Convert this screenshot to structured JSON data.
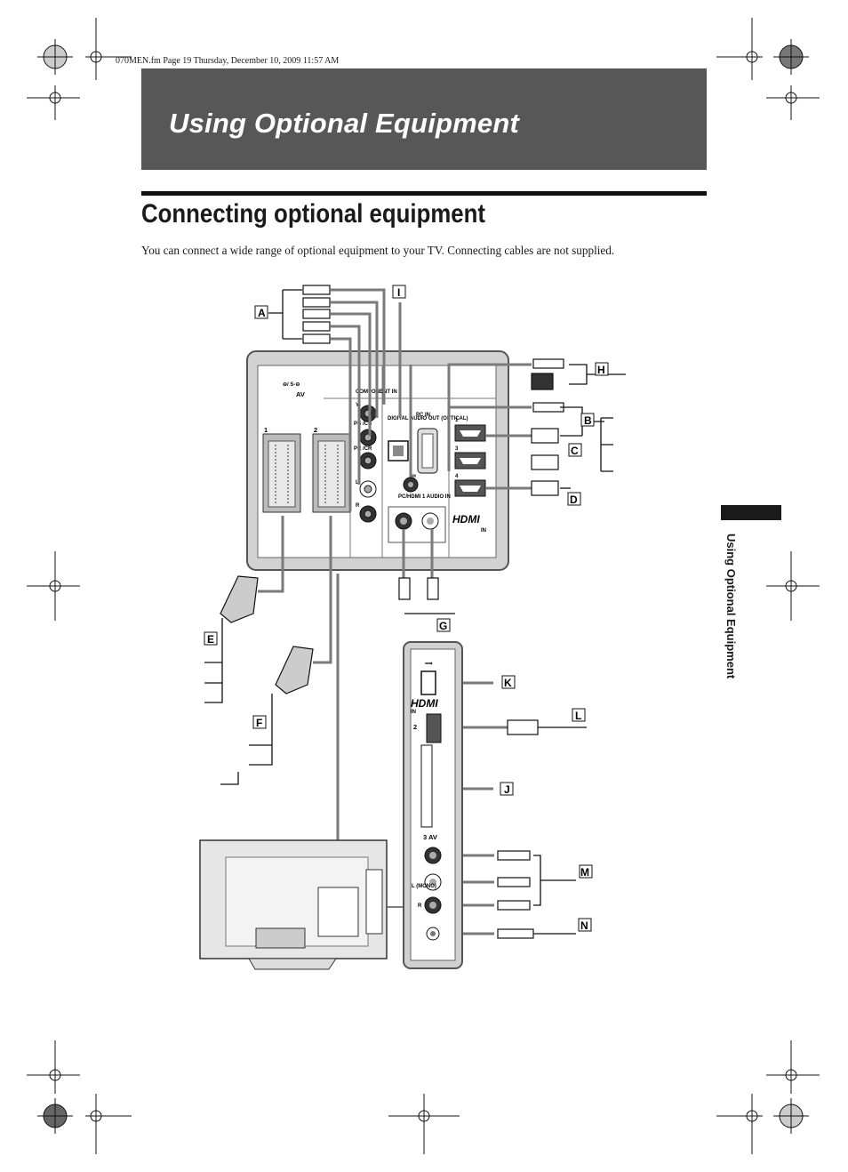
{
  "header": {
    "file_line": "070MEN.fm  Page 19  Thursday, December 10, 2009  11:57 AM"
  },
  "banner": {
    "title": "Using Optional Equipment"
  },
  "section": {
    "title": "Connecting optional equipment",
    "intro": "You can connect a wide range of optional equipment to your TV. Connecting cables are not supplied."
  },
  "side_tab": {
    "label": "Using Optional Equipment"
  },
  "diagram": {
    "callouts": [
      "A",
      "B",
      "C",
      "D",
      "E",
      "F",
      "G",
      "H",
      "I",
      "J",
      "K",
      "L",
      "M",
      "N"
    ],
    "panel_labels": {
      "av": "AV",
      "component_in": "COMPONENT IN",
      "y": "Y",
      "pb": "PB /CB",
      "pr": "PR /CR",
      "l": "L",
      "r": "R",
      "digital_audio_out": "DIGITAL AUDIO OUT (OPTICAL)",
      "pc_in": "PC IN",
      "pc_hdmi_audio_in": "PC/HDMI 1 AUDIO IN",
      "hdmi_in": "IN",
      "hdmi_logo": "HDMI",
      "scart1": "1",
      "scart2": "2",
      "hdmi_port1": "1",
      "hdmi_port3": "3",
      "hdmi_port4": "4",
      "side_hdmi_num": "2",
      "side_av": "3 AV",
      "side_l_mono": "L (MONO)",
      "side_r": "R",
      "side_hdmi_in": "IN"
    },
    "colors": {
      "callout_border": "#111111",
      "panel_stroke": "#555555",
      "cable": "#7a7a7a"
    }
  }
}
